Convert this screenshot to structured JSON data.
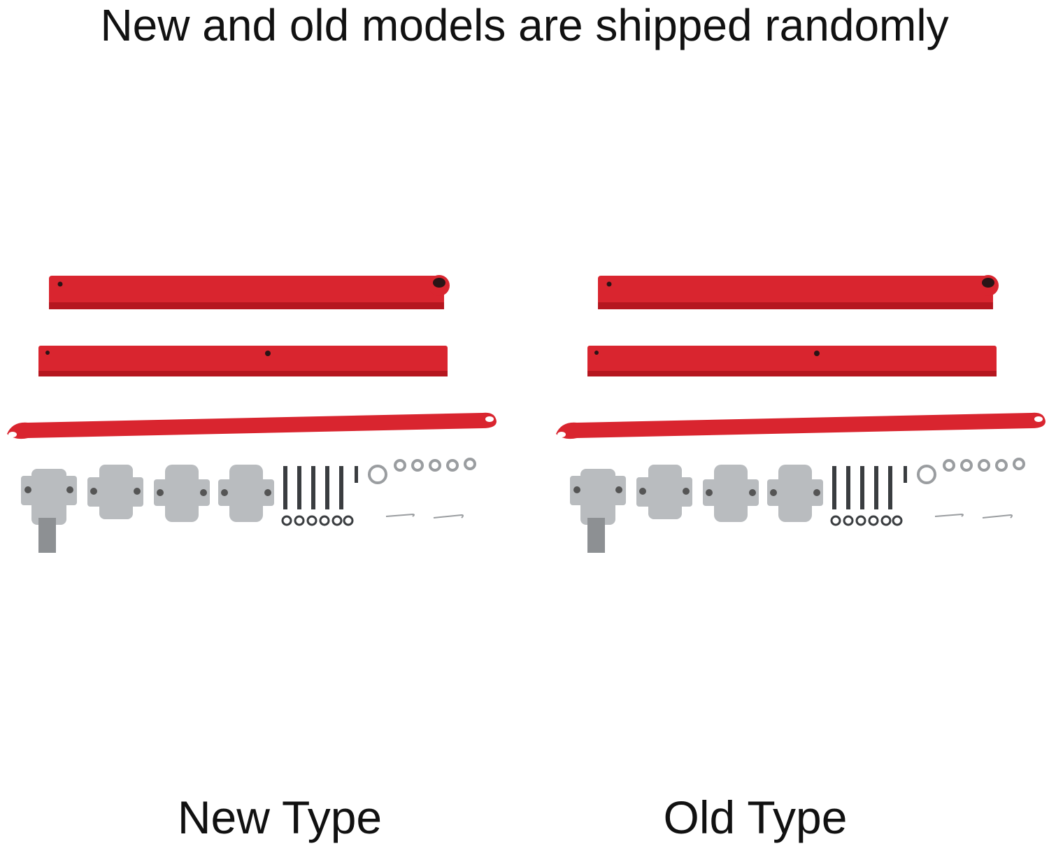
{
  "headline": "New and old models are shipped randomly",
  "kits": [
    {
      "label": "New Type"
    },
    {
      "label": "Old Type"
    }
  ],
  "colors": {
    "tube": "#d9252f",
    "tube_shade": "#b5161f",
    "metal": "#b9bcbf",
    "metal_dark": "#8d9093",
    "hardware": "#3a3d40"
  }
}
